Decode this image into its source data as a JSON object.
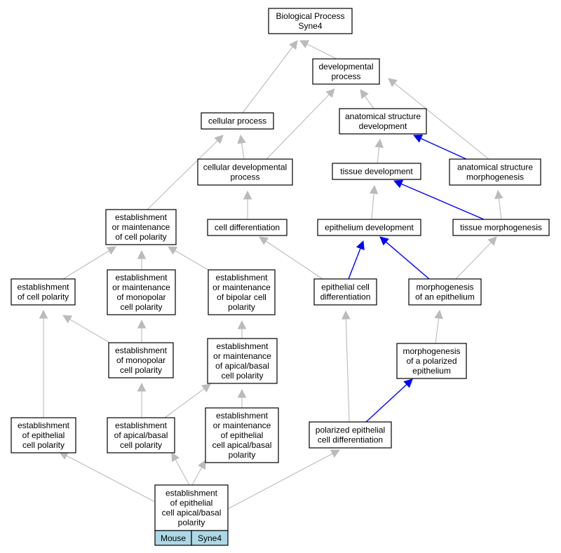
{
  "graph": {
    "colors": {
      "edge_default": "#bbbbbb",
      "edge_highlight": "#0000ff",
      "cell_bg": "#add8e6",
      "node_border": "#000000"
    },
    "nodes": [
      {
        "id": "bp",
        "lines": [
          "Biological Process",
          "Syne4"
        ]
      },
      {
        "id": "dev",
        "lines": [
          "developmental",
          "process"
        ]
      },
      {
        "id": "cellproc",
        "lines": [
          "cellular process"
        ]
      },
      {
        "id": "asd",
        "lines": [
          "anatomical structure",
          "development"
        ]
      },
      {
        "id": "cdp",
        "lines": [
          "cellular developmental",
          "process"
        ]
      },
      {
        "id": "td",
        "lines": [
          "tissue development"
        ]
      },
      {
        "id": "asm",
        "lines": [
          "anatomical structure",
          "morphogenesis"
        ]
      },
      {
        "id": "emcp",
        "lines": [
          "establishment",
          "or maintenance",
          "of cell polarity"
        ]
      },
      {
        "id": "celldiff",
        "lines": [
          "cell differentiation"
        ]
      },
      {
        "id": "epidev",
        "lines": [
          "epithelium development"
        ]
      },
      {
        "id": "tm",
        "lines": [
          "tissue morphogenesis"
        ]
      },
      {
        "id": "ecp",
        "lines": [
          "establishment",
          "of cell polarity"
        ]
      },
      {
        "id": "emmcp",
        "lines": [
          "establishment",
          "or maintenance",
          "of monopolar",
          "cell polarity"
        ]
      },
      {
        "id": "embcp",
        "lines": [
          "establishment",
          "or maintenance",
          "of bipolar cell",
          "polarity"
        ]
      },
      {
        "id": "ecd",
        "lines": [
          "epithelial cell",
          "differentiation"
        ]
      },
      {
        "id": "moe",
        "lines": [
          "morphogenesis",
          "of an epithelium"
        ]
      },
      {
        "id": "emcp2",
        "lines": [
          "establishment",
          "of monopolar",
          "cell polarity"
        ]
      },
      {
        "id": "emab",
        "lines": [
          "establishment",
          "or maintenance",
          "of apical/basal",
          "cell polarity"
        ]
      },
      {
        "id": "mpe",
        "lines": [
          "morphogenesis",
          "of a polarized",
          "epithelium"
        ]
      },
      {
        "id": "eecp",
        "lines": [
          "establishment",
          "of epithelial",
          "cell polarity"
        ]
      },
      {
        "id": "eabcp",
        "lines": [
          "establishment",
          "of apical/basal",
          "cell polarity"
        ]
      },
      {
        "id": "emecab",
        "lines": [
          "establishment",
          "or maintenance",
          "of epithelial",
          "cell apical/basal",
          "polarity"
        ]
      },
      {
        "id": "pecd",
        "lines": [
          "polarized epithelial",
          "cell differentiation"
        ]
      },
      {
        "id": "eecab",
        "lines": [
          "establishment",
          "of epithelial",
          "cell apical/basal",
          "polarity"
        ]
      }
    ],
    "annotation": {
      "species": "Mouse",
      "gene": "Syne4"
    },
    "edges": [
      {
        "from": "dev",
        "to": "bp",
        "highlight": false
      },
      {
        "from": "cellproc",
        "to": "bp",
        "highlight": false
      },
      {
        "from": "asd",
        "to": "dev",
        "highlight": false
      },
      {
        "from": "asm",
        "to": "dev",
        "highlight": false
      },
      {
        "from": "cdp",
        "to": "dev",
        "highlight": false
      },
      {
        "from": "cdp",
        "to": "cellproc",
        "highlight": false
      },
      {
        "from": "emcp",
        "to": "cellproc",
        "highlight": false
      },
      {
        "from": "td",
        "to": "asd",
        "highlight": false
      },
      {
        "from": "asm",
        "to": "asd",
        "highlight": true
      },
      {
        "from": "epidev",
        "to": "td",
        "highlight": false
      },
      {
        "from": "tm",
        "to": "td",
        "highlight": true
      },
      {
        "from": "tm",
        "to": "asm",
        "highlight": false
      },
      {
        "from": "celldiff",
        "to": "cdp",
        "highlight": false
      },
      {
        "from": "ecd",
        "to": "celldiff",
        "highlight": false
      },
      {
        "from": "ecd",
        "to": "epidev",
        "highlight": true
      },
      {
        "from": "moe",
        "to": "epidev",
        "highlight": true
      },
      {
        "from": "moe",
        "to": "tm",
        "highlight": false
      },
      {
        "from": "mpe",
        "to": "moe",
        "highlight": false
      },
      {
        "from": "ecp",
        "to": "emcp",
        "highlight": false
      },
      {
        "from": "emmcp",
        "to": "emcp",
        "highlight": false
      },
      {
        "from": "embcp",
        "to": "emcp",
        "highlight": false
      },
      {
        "from": "emcp2",
        "to": "ecp",
        "highlight": false
      },
      {
        "from": "emcp2",
        "to": "emmcp",
        "highlight": false
      },
      {
        "from": "emab",
        "to": "embcp",
        "highlight": false
      },
      {
        "from": "eabcp",
        "to": "emcp2",
        "highlight": false
      },
      {
        "from": "eabcp",
        "to": "emab",
        "highlight": false
      },
      {
        "from": "emecab",
        "to": "emab",
        "highlight": false
      },
      {
        "from": "pecd",
        "to": "ecd",
        "highlight": false
      },
      {
        "from": "pecd",
        "to": "mpe",
        "highlight": true
      },
      {
        "from": "eecp",
        "to": "ecp",
        "highlight": false
      },
      {
        "from": "eecab",
        "to": "eecp",
        "highlight": false
      },
      {
        "from": "eecab",
        "to": "eabcp",
        "highlight": false
      },
      {
        "from": "eecab",
        "to": "emecab",
        "highlight": false
      },
      {
        "from": "eecab",
        "to": "pecd",
        "highlight": false
      }
    ]
  }
}
